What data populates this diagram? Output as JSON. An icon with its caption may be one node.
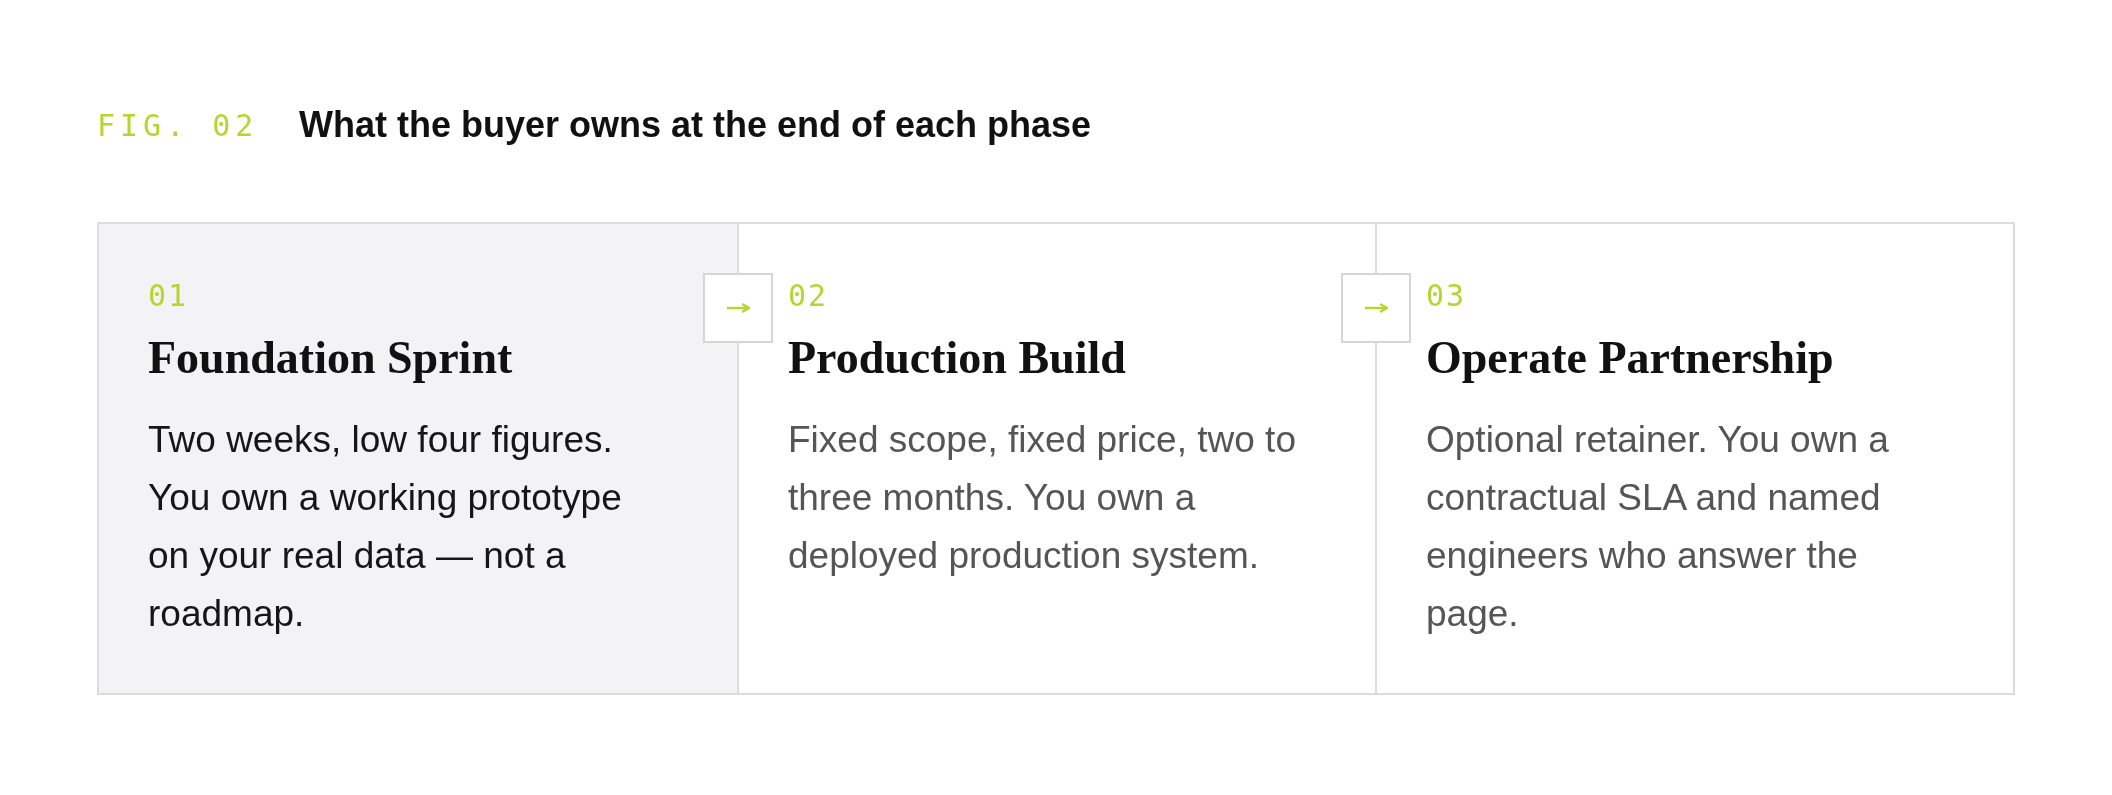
{
  "diagram": {
    "title": "What the buyer owns at the end of each phase",
    "nodes": [
      {
        "text": [
          "01",
          "Foundation Sprint",
          "Two weeks, low four figures. You own a working prototype on your real data — not a roadmap."
        ]
      },
      {
        "text": [
          "02",
          "Production Build",
          "Fixed scope, fixed price, two to three months. You own a deployed production system."
        ]
      },
      {
        "text": [
          "03",
          "Operate Partnership",
          "Optional retainer. You own a contractual SLA and named engineers who answer the page."
        ]
      }
    ],
    "edges": [
      {
        "from": 0,
        "to": 1,
        "arrow": "to"
      },
      {
        "from": 1,
        "to": 2,
        "arrow": "to"
      }
    ],
    "labels": [
      "FIG. 02"
    ]
  }
}
